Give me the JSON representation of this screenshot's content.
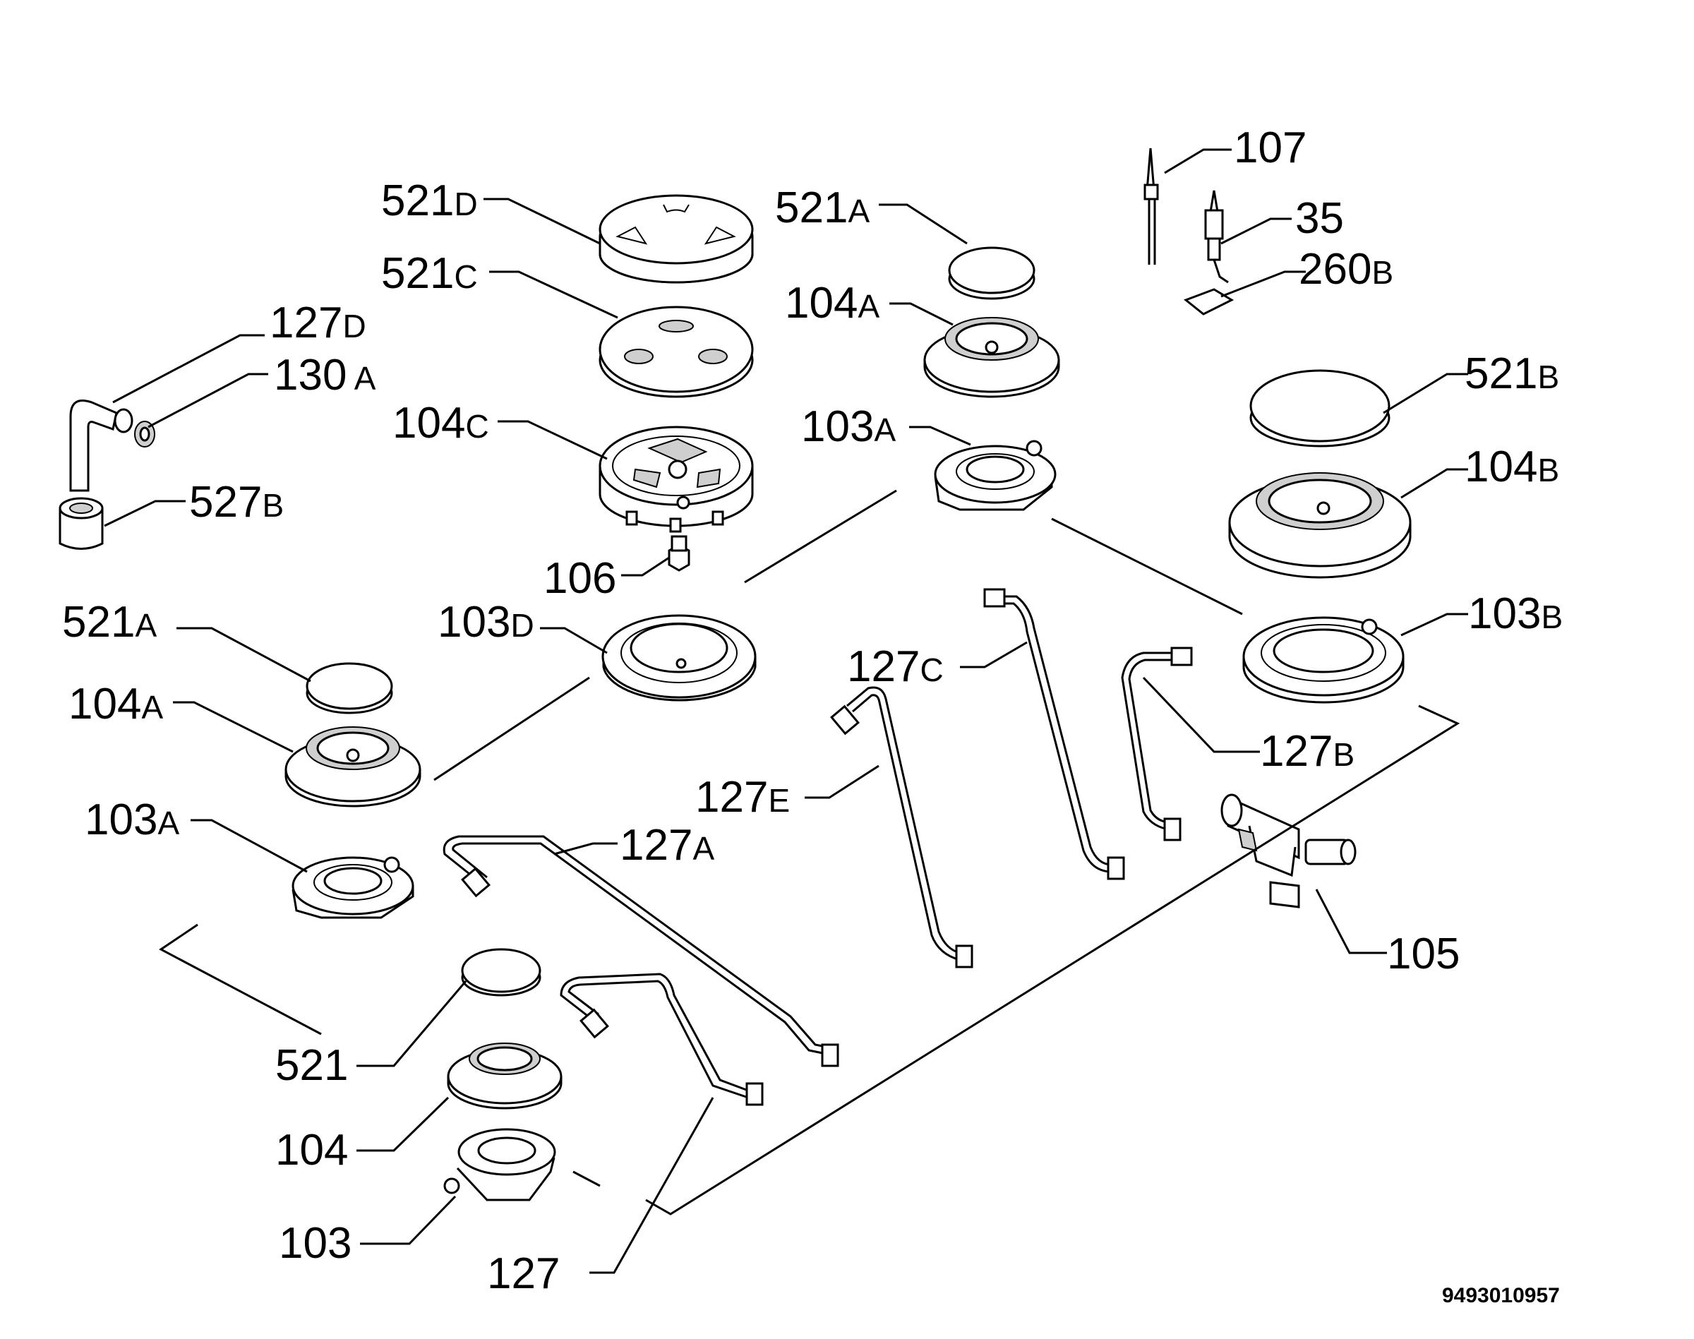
{
  "callouts": [
    {
      "num": "521",
      "suf": "D"
    },
    {
      "num": "521",
      "suf": "C"
    },
    {
      "num": "127",
      "suf": "D"
    },
    {
      "num": "130",
      "suf": " A"
    },
    {
      "num": "104",
      "suf": "C"
    },
    {
      "num": "527",
      "suf": "B"
    },
    {
      "num": "106",
      "suf": ""
    },
    {
      "num": "103",
      "suf": "D"
    },
    {
      "num": "521",
      "suf": "A"
    },
    {
      "num": "104",
      "suf": "A"
    },
    {
      "num": "103",
      "suf": "A"
    },
    {
      "num": "521",
      "suf": "A"
    },
    {
      "num": "104",
      "suf": "A"
    },
    {
      "num": "103",
      "suf": "A"
    },
    {
      "num": "107",
      "suf": ""
    },
    {
      "num": "35",
      "suf": ""
    },
    {
      "num": "260",
      "suf": "B"
    },
    {
      "num": "521",
      "suf": "B"
    },
    {
      "num": "104",
      "suf": "B"
    },
    {
      "num": "103",
      "suf": "B"
    },
    {
      "num": "127",
      "suf": "C"
    },
    {
      "num": "127",
      "suf": "B"
    },
    {
      "num": "127",
      "suf": "E"
    },
    {
      "num": "127",
      "suf": "A"
    },
    {
      "num": "105",
      "suf": ""
    },
    {
      "num": "521",
      "suf": ""
    },
    {
      "num": "104",
      "suf": ""
    },
    {
      "num": "103",
      "suf": ""
    },
    {
      "num": "127",
      "suf": ""
    }
  ],
  "drawing_code": "9493010957"
}
